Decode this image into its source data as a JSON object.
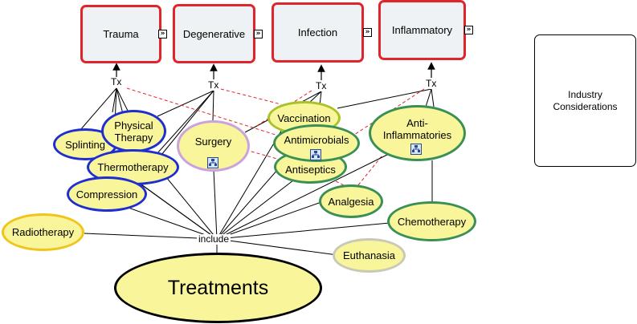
{
  "concepts": {
    "trauma": "Trauma",
    "degenerative": "Degenerative",
    "infection": "Infection",
    "inflammatory": "Inflammatory",
    "splinting": "Splinting",
    "physical_therapy": "Physical Therapy",
    "surgery": "Surgery",
    "thermotherapy": "Thermotherapy",
    "compression": "Compression",
    "radiotherapy": "Radiotherapy",
    "vaccination": "Vaccination",
    "antimicrobials": "Antimicrobials",
    "antiseptics": "Antiseptics",
    "analgesia": "Analgesia",
    "anti_inflammatories": "Anti-Inflammatories",
    "chemotherapy": "Chemotherapy",
    "euthanasia": "Euthanasia",
    "treatments": "Treatments",
    "industry": "Industry Considerations"
  },
  "linking_phrases": {
    "tx1": "Tx",
    "tx2": "Tx",
    "tx3": "Tx",
    "tx4": "Tx",
    "include": "include"
  },
  "expander_glyph": "»",
  "colors": {
    "category_border": "#e0242b",
    "oval_fill": "#f8f59b",
    "blue_border": "#1f2fcf",
    "green_border": "#3a8f55",
    "dashed_link": "#e0242b"
  }
}
